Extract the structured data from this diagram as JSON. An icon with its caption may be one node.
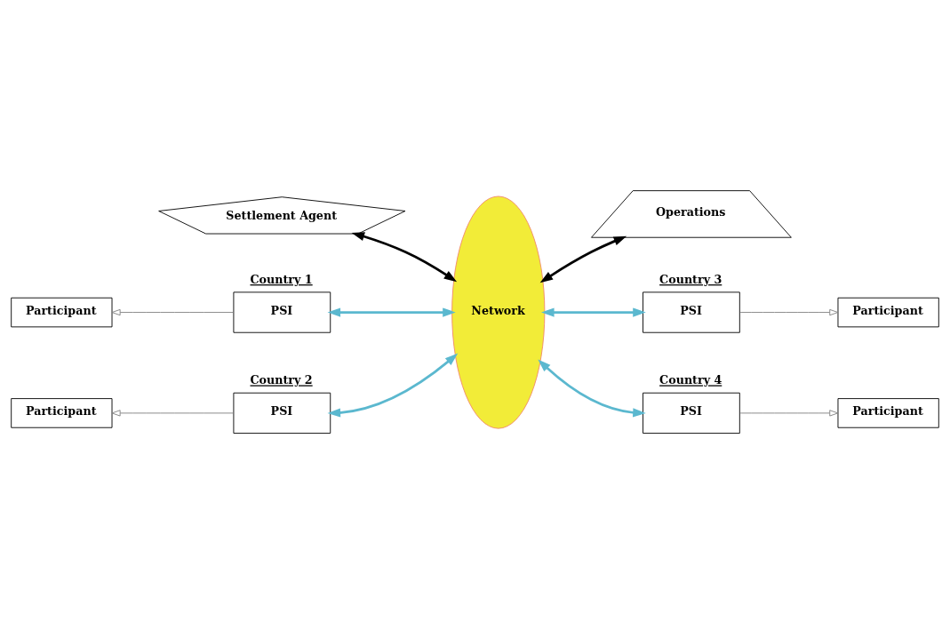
{
  "diagram": {
    "nodes": [
      {
        "text": [
          "Settlement Agent"
        ]
      },
      {
        "text": [
          "Operations"
        ]
      },
      {
        "text": [
          "Network"
        ]
      },
      {
        "text": [
          "PSI"
        ],
        "beside": [
          "Country 1"
        ]
      },
      {
        "text": [
          "Participant"
        ]
      },
      {
        "text": [
          "PSI"
        ],
        "beside": [
          "Country 3"
        ]
      },
      {
        "text": [
          "Participant"
        ]
      },
      {
        "text": [
          "Participant"
        ]
      },
      {
        "text": [
          "PSI"
        ],
        "beside": [
          "Country 2"
        ]
      },
      {
        "text": [
          "Participant"
        ]
      },
      {
        "text": [
          "PSI"
        ],
        "beside": [
          "Country 4"
        ]
      }
    ],
    "edges": [
      {
        "from": 0,
        "to": 2,
        "arrow": "both",
        "color": "#000000"
      },
      {
        "from": 2,
        "to": 1,
        "arrow": "both",
        "color": "#000000"
      },
      {
        "from": 3,
        "to": 2,
        "arrow": "both",
        "color": "#5bb8cf"
      },
      {
        "from": 2,
        "to": 5,
        "arrow": "both",
        "color": "#5bb8cf"
      },
      {
        "from": 8,
        "to": 2,
        "arrow": "both",
        "color": "#5bb8cf"
      },
      {
        "from": 2,
        "to": 10,
        "arrow": "both",
        "color": "#5bb8cf"
      },
      {
        "from": 3,
        "to": 4,
        "arrow": "to",
        "color": "#808080"
      },
      {
        "from": 5,
        "to": 6,
        "arrow": "to",
        "color": "#808080"
      },
      {
        "from": 8,
        "to": 7,
        "arrow": "to",
        "color": "#808080"
      },
      {
        "from": 10,
        "to": 9,
        "arrow": "to",
        "color": "#808080"
      }
    ]
  }
}
